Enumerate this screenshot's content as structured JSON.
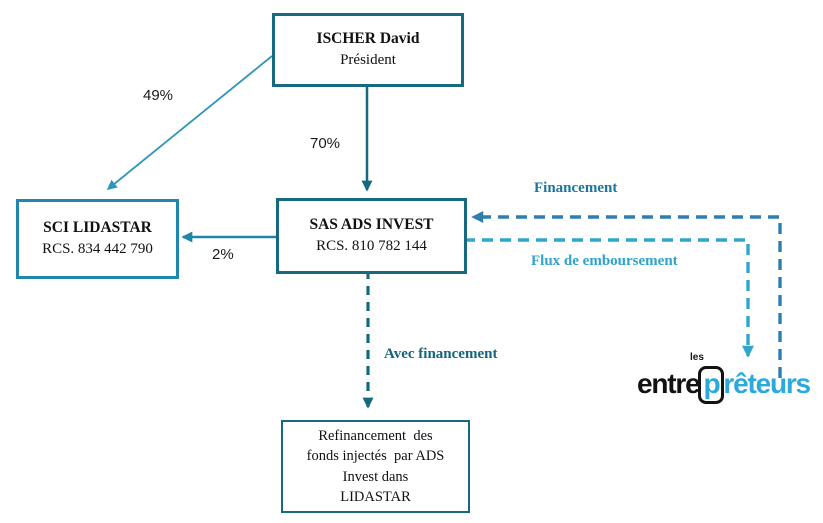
{
  "diagram": {
    "boxes": {
      "ischer": {
        "title": "ISCHER David",
        "subtitle": "Président"
      },
      "sci": {
        "title": "SCI LIDASTAR",
        "subtitle": "RCS. 834 442 790"
      },
      "sas": {
        "title": "SAS ADS INVEST",
        "subtitle": "RCS. 810 782 144"
      },
      "refinancement": {
        "text": "Refinancement  des\nfonds injectés  par ADS\nInvest dans\nLIDASTAR"
      }
    },
    "edge_labels": {
      "pct_ischer_to_sci": "49%",
      "pct_ischer_to_sas": "70%",
      "pct_sas_to_sci": "2%",
      "financement": "Financement",
      "flux_remboursement": "Flux de emboursement",
      "avec_financement": "Avec financement"
    },
    "logo": {
      "les": "les",
      "part_black": "entre",
      "part_bracketed": "p",
      "part_cyan": "rêteurs"
    }
  },
  "colors": {
    "box_border_dark": "#17697F",
    "box_border_light": "#2187AE",
    "arrow_solid": "#17697F",
    "arrow_horizontal": "#1F86A8",
    "arrow_diagonal": "#2E96BA",
    "financement_line": "#2D7FAE",
    "financement_text": "#1E749C",
    "flux_line": "#2FA7CC",
    "flux_text": "#2FA3C8",
    "avec_text": "#14647E",
    "logo_cyan": "#2BA9DC",
    "logo_black": "#121212",
    "pct_text": "#1a1a1a"
  }
}
